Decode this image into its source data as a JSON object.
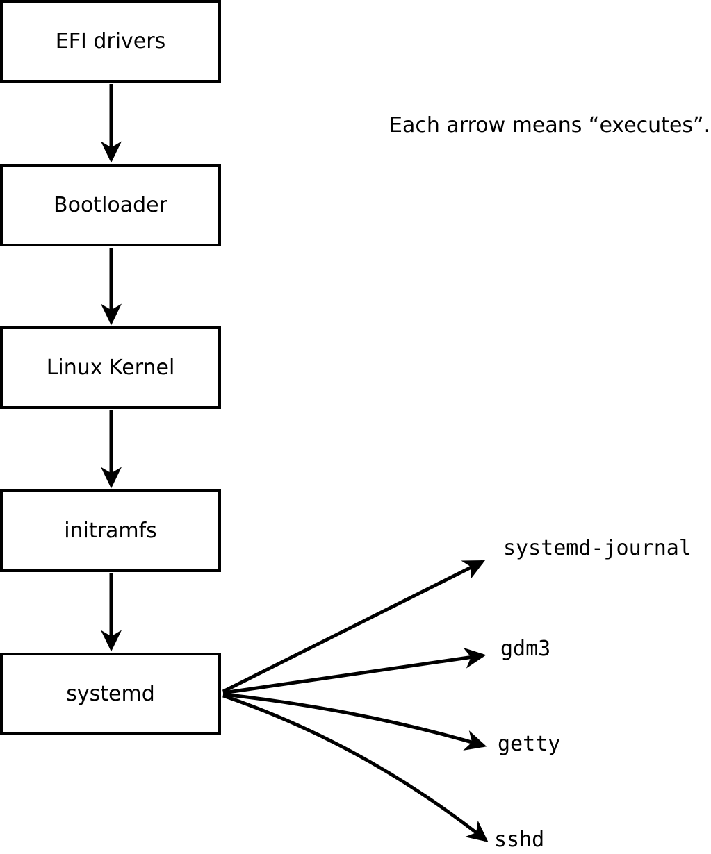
{
  "caption": "Each arrow means “executes”.",
  "chain": [
    {
      "label": "EFI drivers"
    },
    {
      "label": "Bootloader"
    },
    {
      "label": "Linux Kernel"
    },
    {
      "label": "initramfs"
    },
    {
      "label": "systemd"
    }
  ],
  "spawned": [
    {
      "label": "systemd-journal"
    },
    {
      "label": "gdm3"
    },
    {
      "label": "getty"
    },
    {
      "label": "sshd"
    }
  ],
  "colors": {
    "stroke": "#000000",
    "background": "#ffffff"
  }
}
